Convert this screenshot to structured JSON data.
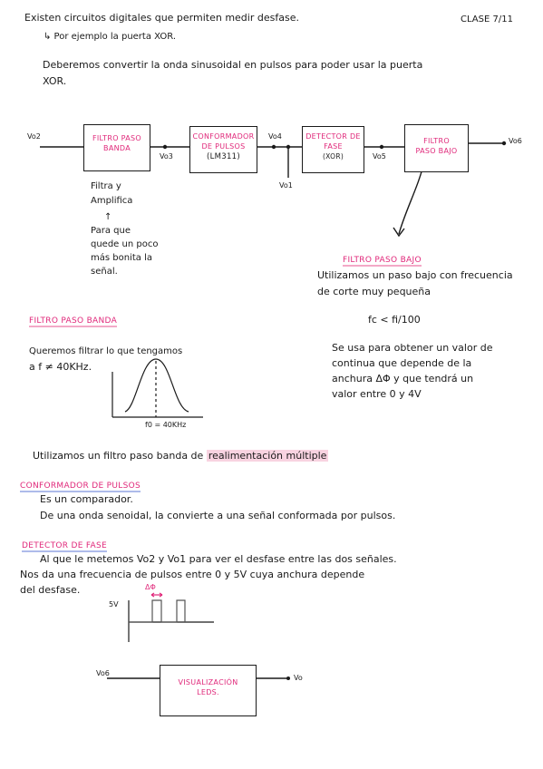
{
  "header": {
    "line1": "Existen circuitos digitales que permiten medir desfase.",
    "line2": "↳ Por ejemplo la puerta XOR.",
    "clase": "CLASE 7/11"
  },
  "intro": {
    "line1": "Deberemos convertir la onda sinusoidal en pulsos para poder usar la puerta",
    "line2": "XOR."
  },
  "diagram": {
    "v02": "Vo2",
    "v03": "Vo3",
    "v04": "Vo4",
    "v01": "Vo1",
    "v05": "Vo5",
    "v06": "Vo6",
    "box1": [
      "FILTRO PASO",
      "BANDA"
    ],
    "box2": [
      "CONFORMADOR",
      "DE PULSOS"
    ],
    "box2_ic": "(LM311)",
    "box3": [
      "DETECTOR DE",
      "FASE"
    ],
    "box3_sub": "(XOR)",
    "box4": [
      "FILTRO",
      "PASO BAJO"
    ]
  },
  "note_filtra": {
    "line1": "Filtra y",
    "line2": "Amplifica",
    "arrow": "↑",
    "line3": "Para que",
    "line4": "quede un poco",
    "line5": "más bonita la",
    "line6": "señal."
  },
  "paso_bajo": {
    "heading": "FILTRO PASO BAJO",
    "line1": "Utilizamos un paso bajo con frecuencia",
    "line2": "de corte muy pequeña",
    "formula": "fc < fi/100",
    "p1": "Se usa para obtener un valor de",
    "p2": "continua que depende de la",
    "p3": "anchura ΔΦ y que tendrá un",
    "p4": "valor entre 0 y 4V"
  },
  "paso_banda": {
    "heading": "FILTRO PASO BANDA",
    "line1": "Queremos filtrar lo que tengamos",
    "line2": "a f ≠ 40KHz.",
    "f0": "f0 = 40KHz",
    "utilizamos_a": "Utilizamos un filtro paso banda de",
    "utilizamos_b": "realimentación múltiple"
  },
  "conformador": {
    "heading": "CONFORMADOR DE PULSOS",
    "line1": "Es un comparador.",
    "line2": "De una onda senoidal, la convierte a una señal conformada por pulsos."
  },
  "detector": {
    "heading": "DETECTOR DE FASE",
    "line1": "Al que le metemos Vo2 y Vo1 para ver el desfase entre las dos señales.",
    "line2": "Nos da una frecuencia de pulsos entre 0 y 5V cuya anchura depende",
    "line3": "del desfase.",
    "delta": "ΔΦ",
    "y5v": "5V"
  },
  "visual": {
    "vin": "Vo6",
    "vout": "Vo",
    "box": [
      "VISUALIZACIÓN",
      "LEDS."
    ]
  },
  "colors": {
    "accent": "#e0287a",
    "highlight_pink": "#f8d3e1",
    "underline_blue": "#aebbea"
  }
}
